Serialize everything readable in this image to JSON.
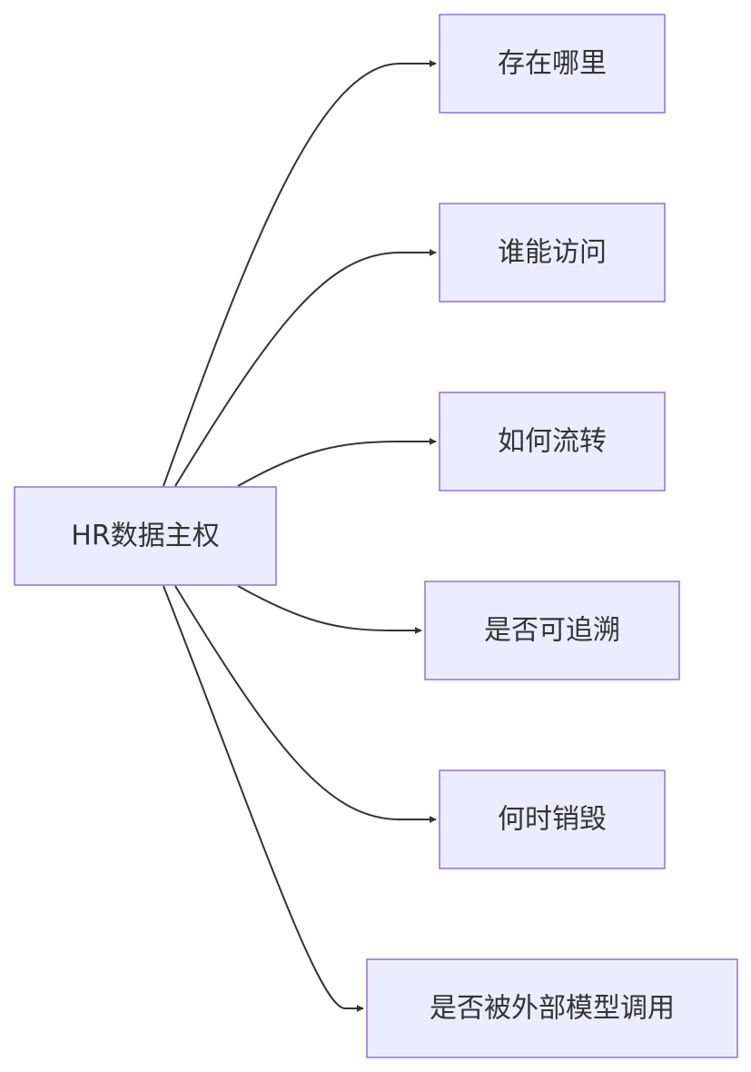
{
  "diagram": {
    "type": "flowchart-LR",
    "root": {
      "id": "root",
      "label": "HR数据主权"
    },
    "children": [
      {
        "id": "c1",
        "label": "存在哪里"
      },
      {
        "id": "c2",
        "label": "谁能访问"
      },
      {
        "id": "c3",
        "label": "如何流转"
      },
      {
        "id": "c4",
        "label": "是否可追溯"
      },
      {
        "id": "c5",
        "label": "何时销毁"
      },
      {
        "id": "c6",
        "label": "是否被外部模型调用"
      }
    ],
    "colors": {
      "node_fill": "#ececff",
      "node_border": "#9370db",
      "edge": "#333333",
      "text": "#333333"
    }
  }
}
